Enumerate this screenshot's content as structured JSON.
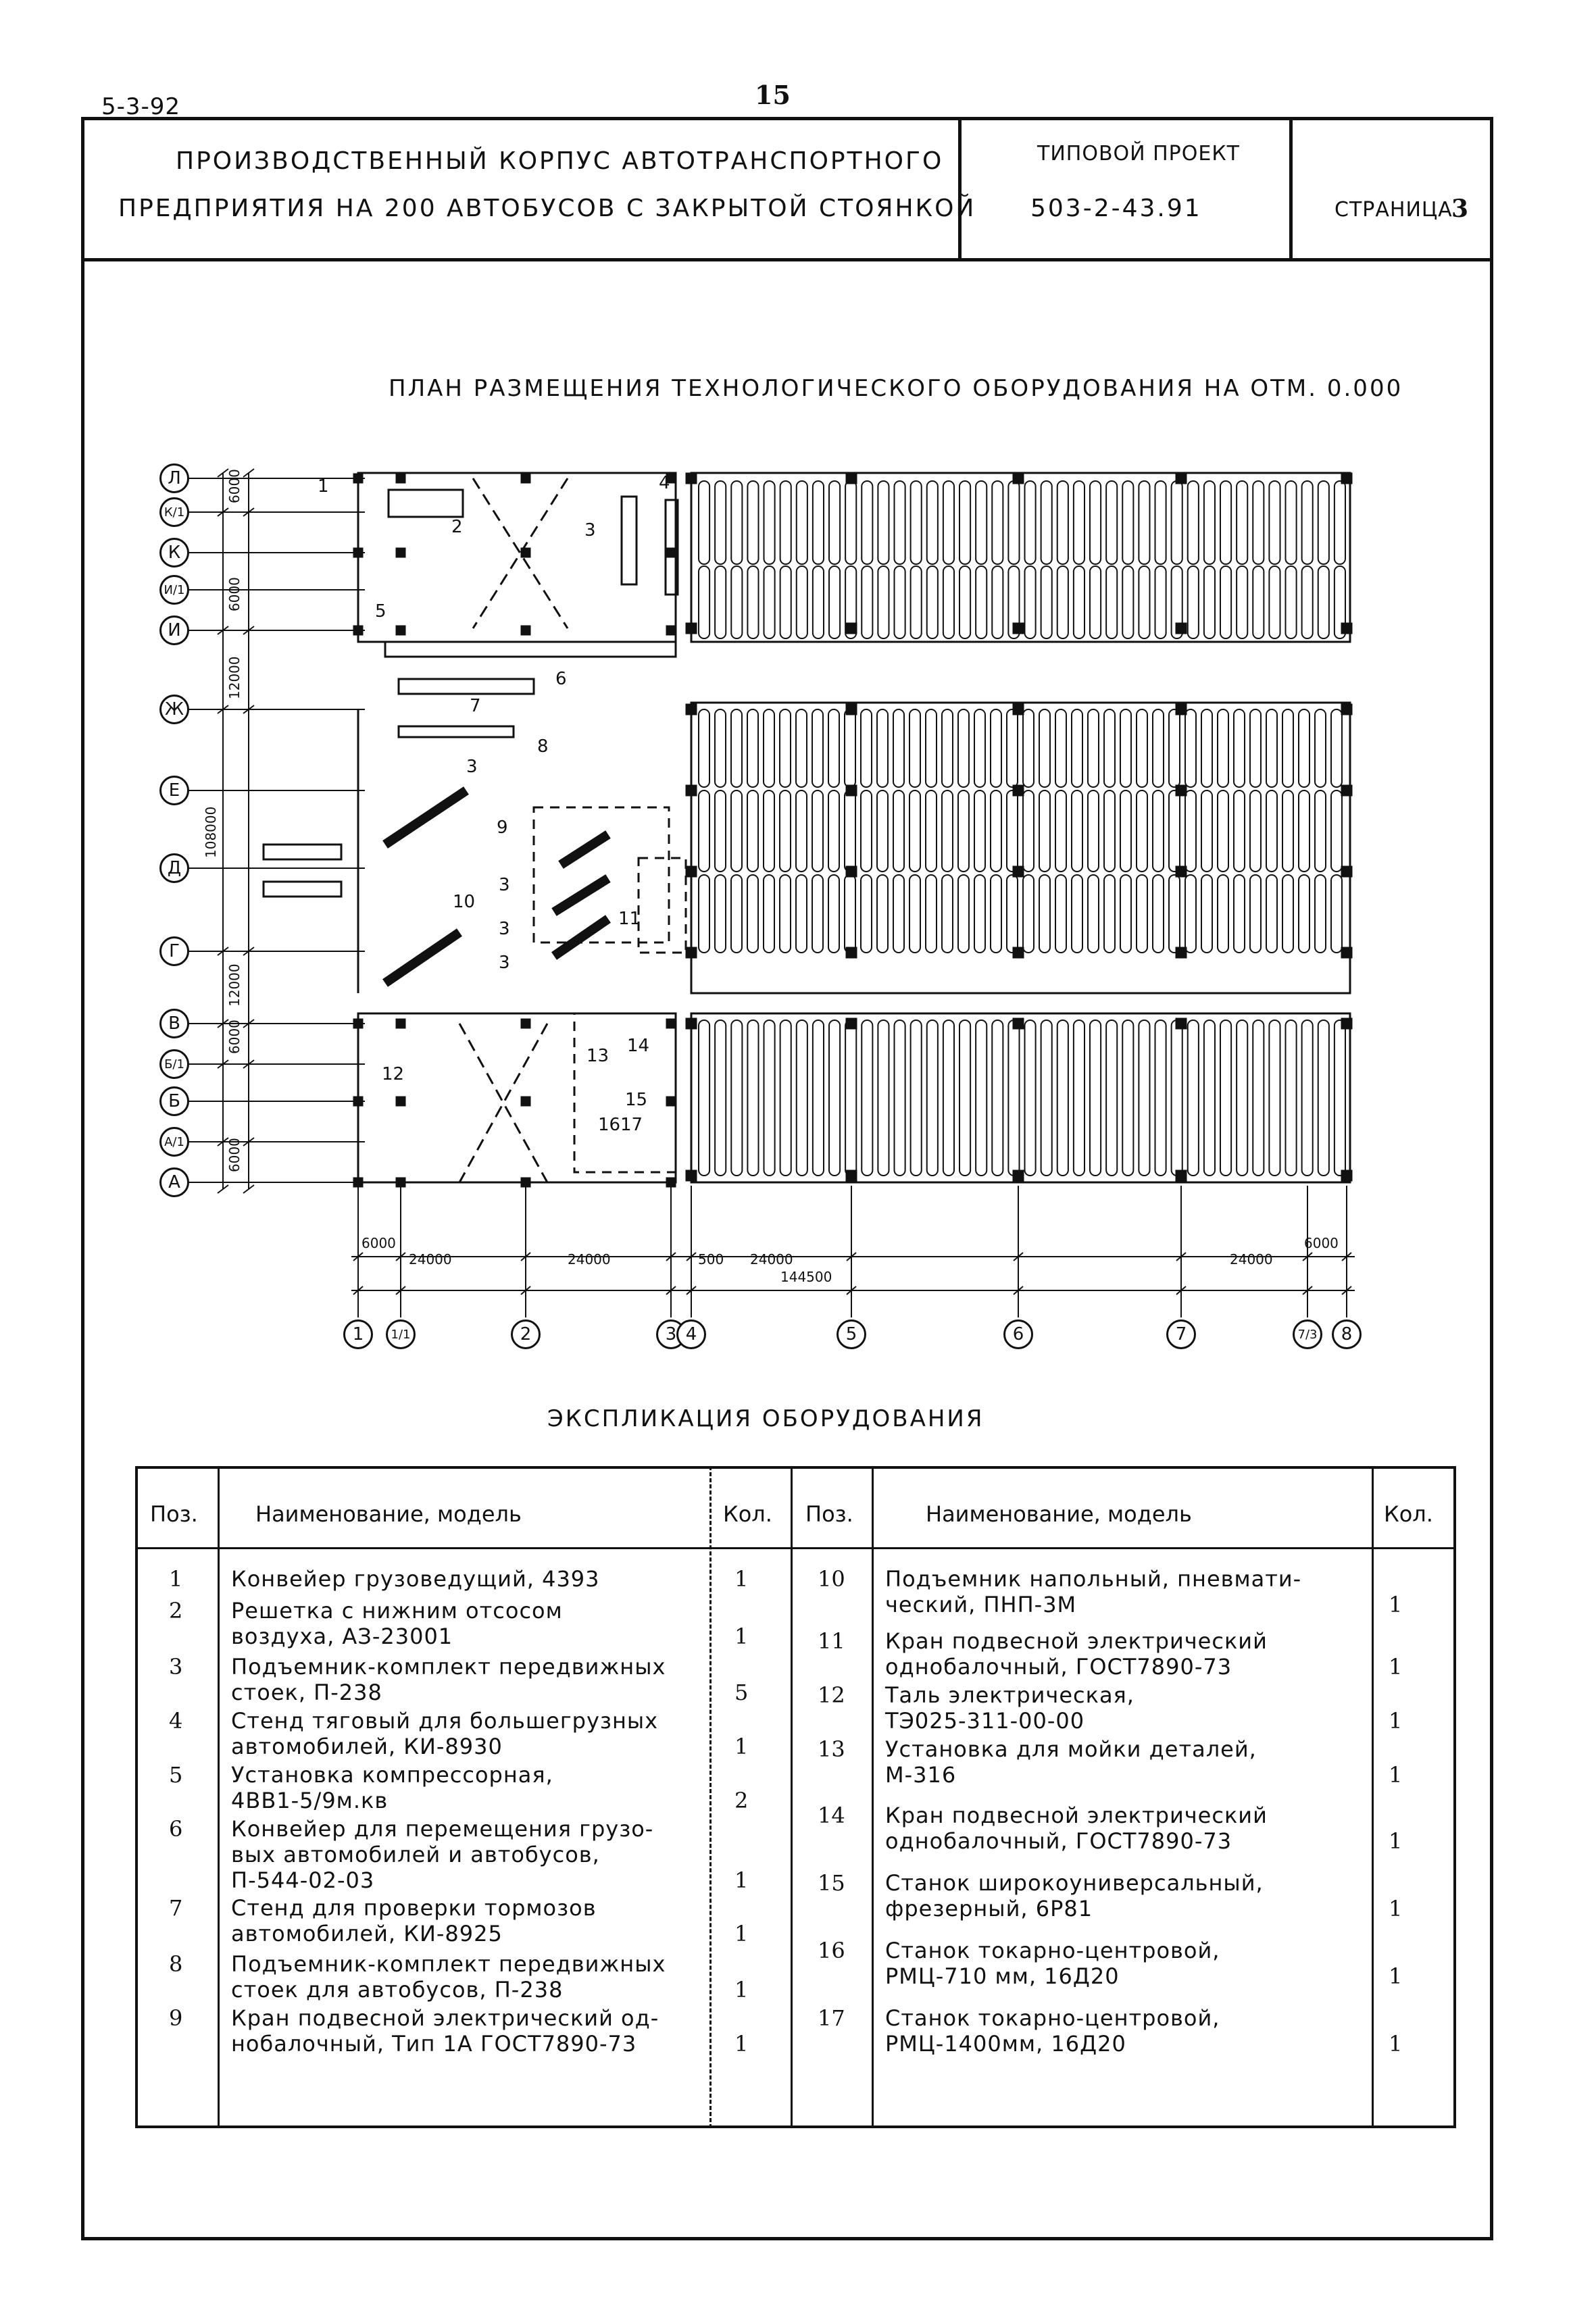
{
  "header": {
    "series_code": "5-3-92",
    "page_number": "15"
  },
  "title_block": {
    "title_line1": "ПРОИЗВОДСТВЕННЫЙ КОРПУС АВТОТРАНСПОРТНОГО",
    "title_line2": "ПРЕДПРИЯТИЯ НА 200 АВТОБУСОВ С ЗАКРЫТОЙ СТОЯНКОЙ",
    "project_label": "ТИПОВОЙ ПРОЕКТ",
    "project_number": "503-2-43.91",
    "page_label": "СТРАНИЦА",
    "page_value": "3"
  },
  "plan": {
    "title": "ПЛАН РАЗМЕЩЕНИЯ ТЕХНОЛОГИЧЕСКОГО ОБОРУДОВАНИЯ НА ОТМ. 0.000",
    "row_axes": [
      "Л",
      "К/1",
      "К",
      "И/1",
      "И",
      "Ж",
      "Е",
      "Д",
      "Г",
      "В",
      "Б/1",
      "Б",
      "А/1",
      "А"
    ],
    "column_axes": [
      "1",
      "1/1",
      "2",
      "3",
      "4",
      "5",
      "6",
      "7",
      "7/3",
      "8"
    ],
    "left_dims": [
      "6000",
      "6000",
      "12000",
      "108000",
      "12000",
      "6000",
      "6000"
    ],
    "bottom_dims": [
      "6000",
      "24000",
      "24000",
      "500",
      "24000",
      "144500",
      "24000",
      "6000"
    ],
    "equipment_labels": [
      "1",
      "2",
      "3",
      "4",
      "5",
      "6",
      "7",
      "8",
      "3",
      "9",
      "3",
      "3",
      "3",
      "10",
      "11",
      "12",
      "13",
      "14",
      "15",
      "16",
      "17"
    ]
  },
  "explication": {
    "title": "ЭКСПЛИКАЦИЯ ОБОРУДОВАНИЯ",
    "headers": {
      "pos": "Поз.",
      "name": "Наименование, модель",
      "qty": "Кол."
    },
    "left_rows": [
      {
        "pos": "1",
        "lines": [
          "Конвейер грузоведущий, 4393"
        ],
        "qty": "1"
      },
      {
        "pos": "2",
        "lines": [
          "Решетка с нижним отсосом",
          "воздуха, АЗ-23001"
        ],
        "qty": "1"
      },
      {
        "pos": "3",
        "lines": [
          "Подъемник-комплект передвижных",
          "стоек, П-238"
        ],
        "qty": "5"
      },
      {
        "pos": "4",
        "lines": [
          "Стенд тяговый для большегрузных",
          "автомобилей, КИ-8930"
        ],
        "qty": "1"
      },
      {
        "pos": "5",
        "lines": [
          "Установка компрессорная,",
          "4ВВ1-5/9м.кв"
        ],
        "qty": "2"
      },
      {
        "pos": "6",
        "lines": [
          "Конвейер для перемещения грузо-",
          "вых автомобилей и автобусов,",
          "П-544-02-03"
        ],
        "qty": "1"
      },
      {
        "pos": "7",
        "lines": [
          "Стенд для проверки тормозов",
          "автомобилей, КИ-8925"
        ],
        "qty": "1"
      },
      {
        "pos": "8",
        "lines": [
          "Подъемник-комплект передвижных",
          "стоек для автобусов, П-238"
        ],
        "qty": "1"
      },
      {
        "pos": "9",
        "lines": [
          "Кран подвесной электрический од-",
          "нобалочный, Тип 1А ГОСТ7890-73"
        ],
        "qty": "1"
      }
    ],
    "right_rows": [
      {
        "pos": "10",
        "lines": [
          "Подъемник напольный, пневмати-",
          "ческий, ПНП-3М"
        ],
        "qty": "1"
      },
      {
        "pos": "11",
        "lines": [
          "Кран подвесной электрический",
          "однобалочный, ГОСТ7890-73"
        ],
        "qty": "1"
      },
      {
        "pos": "12",
        "lines": [
          "Таль электрическая,",
          "ТЭ025-311-00-00"
        ],
        "qty": "1"
      },
      {
        "pos": "13",
        "lines": [
          "Установка для мойки деталей,",
          "М-316"
        ],
        "qty": "1"
      },
      {
        "pos": "14",
        "lines": [
          "Кран подвесной электрический",
          "однобалочный, ГОСТ7890-73"
        ],
        "qty": "1"
      },
      {
        "pos": "15",
        "lines": [
          "Станок широкоуниверсальный,",
          "фрезерный, 6Р81"
        ],
        "qty": "1"
      },
      {
        "pos": "16",
        "lines": [
          "Станок токарно-центровой,",
          "РМЦ-710 мм, 16Д20"
        ],
        "qty": "1"
      },
      {
        "pos": "17",
        "lines": [
          "Станок токарно-центровой,",
          "РМЦ-1400мм, 16Д20"
        ],
        "qty": "1"
      }
    ]
  }
}
